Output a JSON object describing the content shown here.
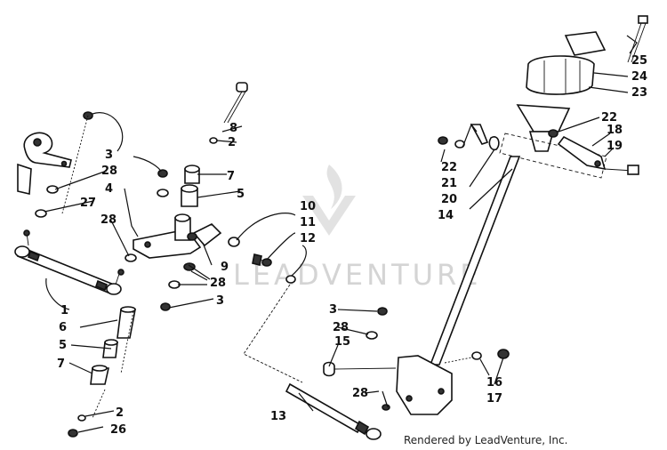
{
  "watermark": {
    "text": "LEADVENTURE"
  },
  "credit": {
    "text": "Rendered by LeadVenture, Inc."
  },
  "callouts": [
    {
      "id": "c1",
      "text": "1"
    },
    {
      "id": "c2a",
      "text": "2"
    },
    {
      "id": "c2b",
      "text": "2"
    },
    {
      "id": "c3a",
      "text": "3"
    },
    {
      "id": "c3b",
      "text": "3"
    },
    {
      "id": "c3c",
      "text": "3"
    },
    {
      "id": "c4",
      "text": "4"
    },
    {
      "id": "c5a",
      "text": "5"
    },
    {
      "id": "c5b",
      "text": "5"
    },
    {
      "id": "c6",
      "text": "6"
    },
    {
      "id": "c7a",
      "text": "7"
    },
    {
      "id": "c7b",
      "text": "7"
    },
    {
      "id": "c8",
      "text": "8"
    },
    {
      "id": "c9",
      "text": "9"
    },
    {
      "id": "c10",
      "text": "10"
    },
    {
      "id": "c11",
      "text": "11"
    },
    {
      "id": "c12",
      "text": "12"
    },
    {
      "id": "c13",
      "text": "13"
    },
    {
      "id": "c14",
      "text": "14"
    },
    {
      "id": "c15",
      "text": "15"
    },
    {
      "id": "c16",
      "text": "16"
    },
    {
      "id": "c17",
      "text": "17"
    },
    {
      "id": "c18",
      "text": "18"
    },
    {
      "id": "c19",
      "text": "19"
    },
    {
      "id": "c20",
      "text": "20"
    },
    {
      "id": "c21",
      "text": "21"
    },
    {
      "id": "c22a",
      "text": "22"
    },
    {
      "id": "c22b",
      "text": "22"
    },
    {
      "id": "c23",
      "text": "23"
    },
    {
      "id": "c24",
      "text": "24"
    },
    {
      "id": "c25",
      "text": "25"
    },
    {
      "id": "c26",
      "text": "26"
    },
    {
      "id": "c27",
      "text": "27"
    },
    {
      "id": "c28a",
      "text": "28"
    },
    {
      "id": "c28b",
      "text": "28"
    },
    {
      "id": "c28c",
      "text": "28"
    },
    {
      "id": "c28d",
      "text": "28"
    },
    {
      "id": "c28e",
      "text": "28"
    }
  ]
}
